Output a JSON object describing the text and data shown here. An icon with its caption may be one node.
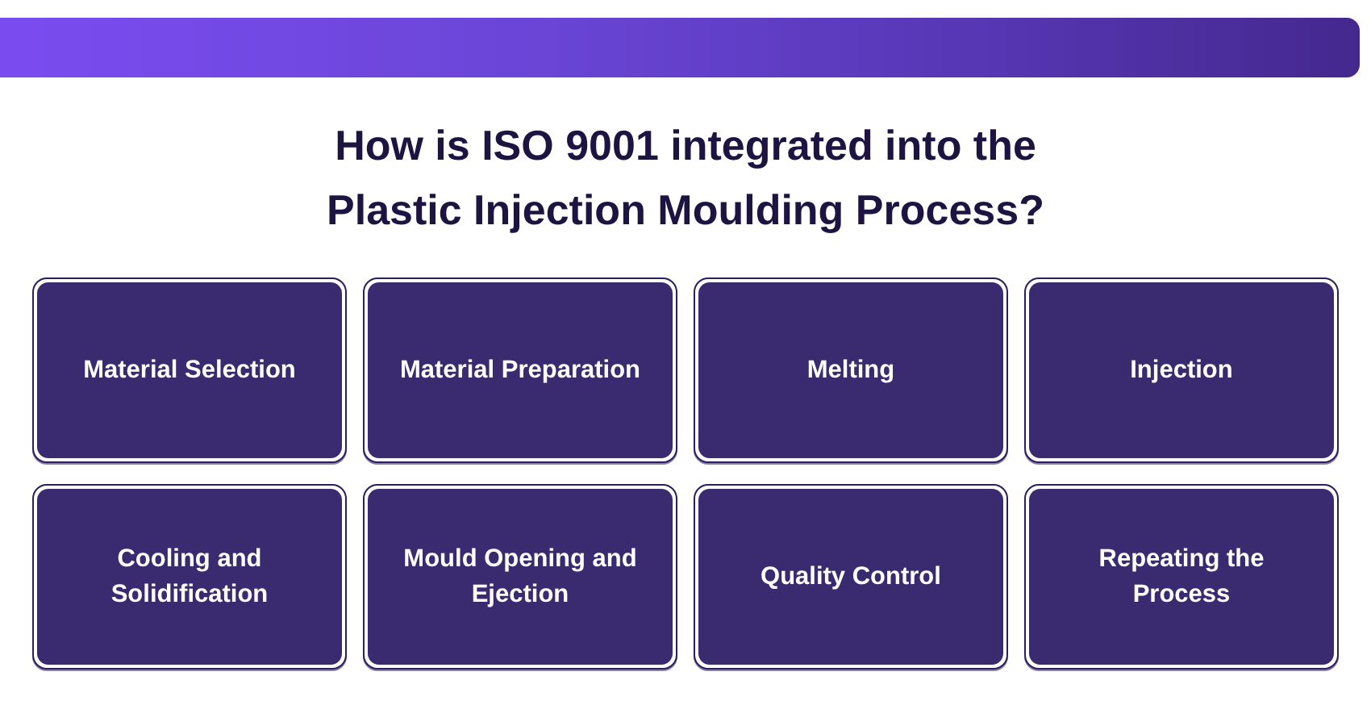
{
  "diagram": {
    "title": "How is ISO 9001 integrated into the Plastic Injection Moulding Process?",
    "nodes": [
      {
        "text": [
          "Material Selection"
        ]
      },
      {
        "text": [
          "Material Preparation"
        ]
      },
      {
        "text": [
          "Melting"
        ]
      },
      {
        "text": [
          "Injection"
        ]
      },
      {
        "text": [
          "Cooling and Solidification"
        ]
      },
      {
        "text": [
          "Mould Opening and Ejection"
        ]
      },
      {
        "text": [
          "Quality Control"
        ]
      },
      {
        "text": [
          "Repeating the Process"
        ]
      }
    ]
  }
}
